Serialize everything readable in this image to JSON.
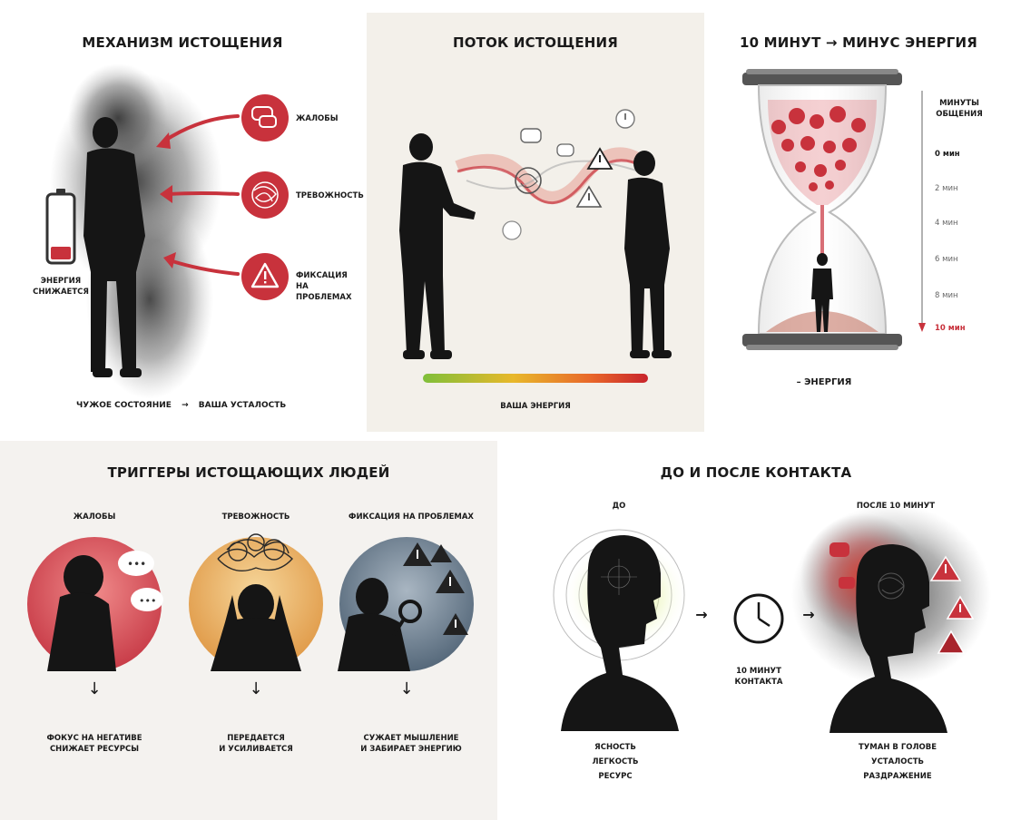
{
  "colors": {
    "accent_red": "#c8323c",
    "dark_red": "#a8242c",
    "figure": "#151515",
    "panel2_bg": "#f3f0ea",
    "panel4_bg": "#f4f2ef",
    "panel5_bg": "#ffffff",
    "green": "#7fbf3a",
    "yellow": "#e8b82a",
    "orange_circle": "#e8a85a",
    "blue_circle": "#6d7f8e",
    "pink_circle": "#d96070"
  },
  "panel1": {
    "title": "МЕХАНИЗМ ИСТОЩЕНИЯ",
    "icons": [
      "speech-bubbles-icon",
      "tangle-icon",
      "warning-icon"
    ],
    "labels": {
      "complaints": "ЖАЛОБЫ",
      "anxiety": "ТРЕВОЖНОСТЬ",
      "fixation_1": "ФИКСАЦИЯ",
      "fixation_2": "НА ПРОБЛЕМАХ"
    },
    "battery_line1": "ЭНЕРГИЯ",
    "battery_line2": "СНИЖАЕТСЯ",
    "footer_left": "ЧУЖОЕ СОСТОЯНИЕ",
    "footer_arrow": "→",
    "footer_right": "ВАША УСТАЛОСТЬ"
  },
  "panel2": {
    "title": "ПОТОК ИСТОЩЕНИЯ",
    "bar_label": "ВАША ЭНЕРГИЯ"
  },
  "panel3": {
    "title": "10 МИНУТ → МИНУС ЭНЕРГИЯ",
    "scale_title_1": "МИНУТЫ",
    "scale_title_2": "ОБЩЕНИЯ",
    "ticks": [
      "0 мин",
      "2 мин",
      "4 мин",
      "6 мин",
      "8 мин",
      "10 мин"
    ],
    "footer": "– ЭНЕРГИЯ"
  },
  "panel4": {
    "title": "ТРИГГЕРЫ ИСТОЩАЮЩИХ ЛЮДЕЙ",
    "items": [
      {
        "heading": "ЖАЛОБЫ",
        "arrow": "↓",
        "line1": "ФОКУС НА НЕГАТИВЕ",
        "line2": "СНИЖАЕТ РЕСУРСЫ"
      },
      {
        "heading": "ТРЕВОЖНОСТЬ",
        "arrow": "↓",
        "line1": "ПЕРЕДАЕТСЯ",
        "line2": "И УСИЛИВАЕТСЯ"
      },
      {
        "heading": "ФИКСАЦИЯ НА ПРОБЛЕМАХ",
        "arrow": "↓",
        "line1": "СУЖАЕТ МЫШЛЕНИЕ",
        "line2": "И ЗАБИРАЕТ ЭНЕРГИЮ"
      }
    ]
  },
  "panel5": {
    "title": "ДО И ПОСЛЕ КОНТАКТА",
    "before_label": "ДО",
    "after_label": "ПОСЛЕ 10 МИНУТ",
    "middle_line1": "10 МИНУТ",
    "middle_line2": "КОНТАКТА",
    "arrow": "→",
    "before_lines": [
      "ЯСНОСТЬ",
      "ЛЕГКОСТЬ",
      "РЕСУРС"
    ],
    "after_lines": [
      "ТУМАН В ГОЛОВЕ",
      "УСТАЛОСТЬ",
      "РАЗДРАЖЕНИЕ"
    ]
  }
}
